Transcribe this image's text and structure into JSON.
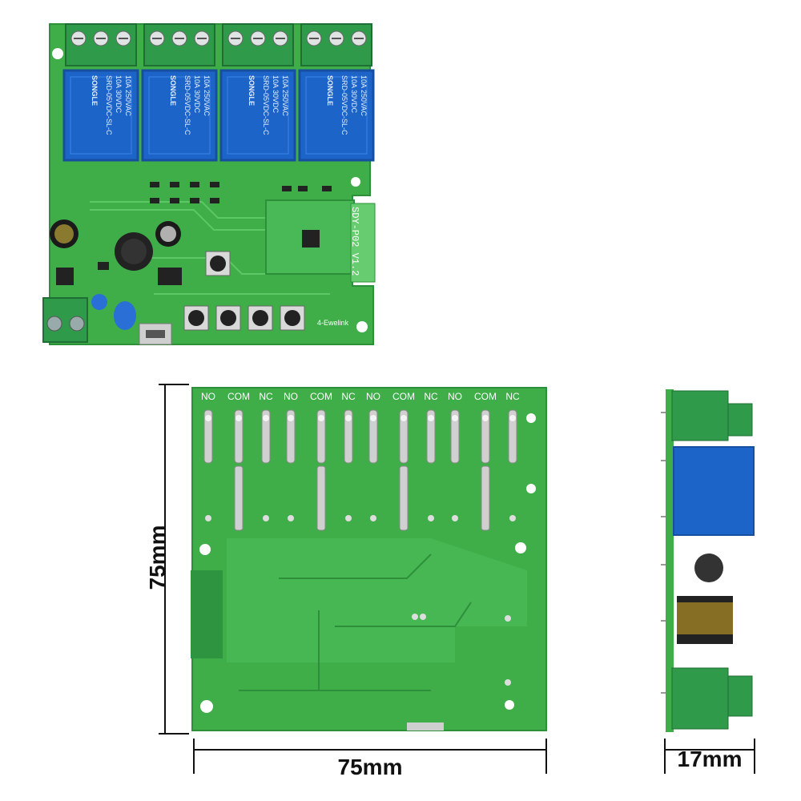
{
  "colors": {
    "pcb": "#3fae49",
    "pcb_dark": "#2e8f3a",
    "pcb_light": "#5cc765",
    "terminal": "#2f9b4a",
    "relay": "#1d64c8",
    "relay_dark": "#174fa0",
    "silk": "#ffffff",
    "dim_line": "#111111"
  },
  "top_view": {
    "relays": [
      {
        "line1": "10A 250VAC",
        "line2": "10A 30VDC",
        "line3": "SRD-05VDC-SL-C",
        "brand": "SONGLE"
      },
      {
        "line1": "10A 250VAC",
        "line2": "10A 30VDC",
        "line3": "SRD-05VDC-SL-C",
        "brand": "SONGLE"
      },
      {
        "line1": "10A 250VAC",
        "line2": "10A 30VDC",
        "line3": "SRD-05VDC-SL-C",
        "brand": "SONGLE"
      },
      {
        "line1": "10A 250VAC",
        "line2": "10A 30VDC",
        "line3": "SRD-05VDC-SL-C",
        "brand": "SONGLE"
      }
    ],
    "module_label": "SDY-P02 V1.2",
    "brand_silk": "4-Ewelink"
  },
  "bottom_view": {
    "terminal_labels": [
      "NO",
      "COM",
      "NC",
      "NO",
      "COM",
      "NC",
      "NO",
      "COM",
      "NC",
      "NO",
      "COM",
      "NC"
    ]
  },
  "dimensions": {
    "height_label": "75mm",
    "width_label": "75mm",
    "depth_label": "17mm"
  }
}
